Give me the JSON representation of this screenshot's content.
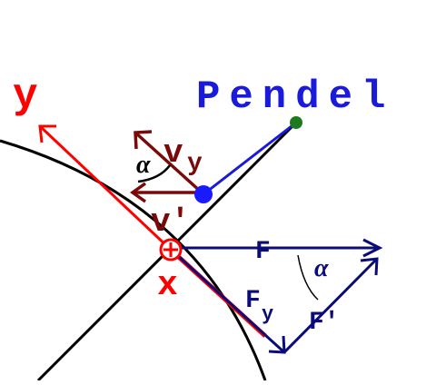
{
  "title": "Pendel",
  "labels": {
    "y_axis": "y",
    "x_axis": "x",
    "v_y": "v",
    "v_y_sub": "y",
    "v_prime": "v'",
    "angle_top": "α",
    "force_f": "F",
    "force_fy": "F",
    "force_fy_sub": "y",
    "force_f_prime": "F'",
    "angle_right": "α"
  },
  "colors": {
    "title": "#1a1adb",
    "axes": "#ff0000",
    "velocity": "#7a0a0a",
    "force": "#0c0c78",
    "pendulum_rod": "#1a1adb",
    "bob": "#1a1aff",
    "pivot": "#1f7a1f",
    "curve": "#000000"
  }
}
